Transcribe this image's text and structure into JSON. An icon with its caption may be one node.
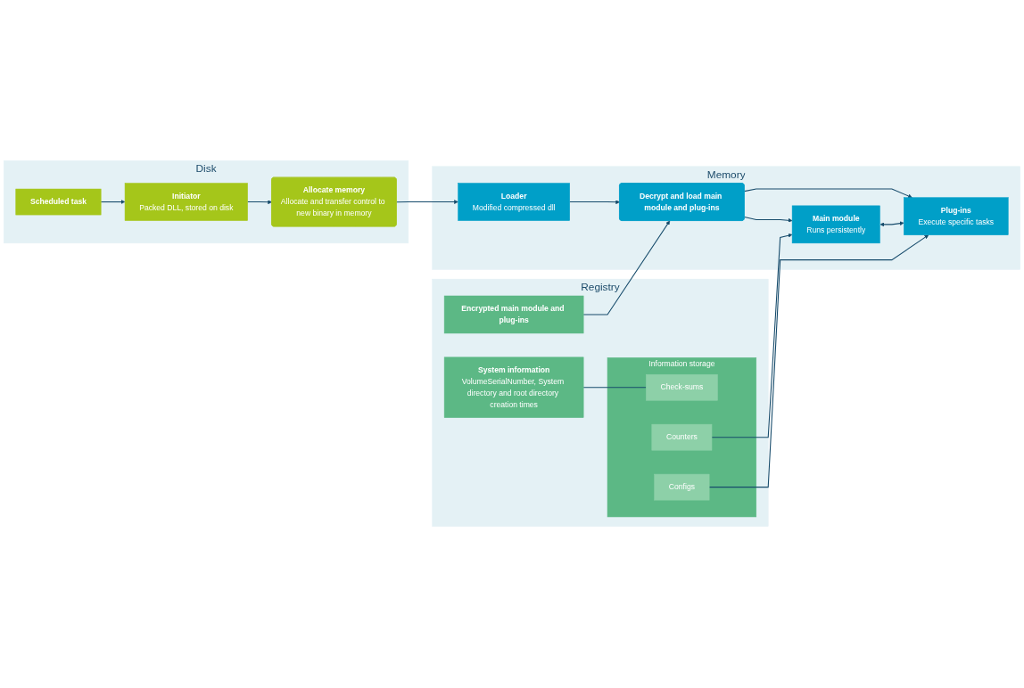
{
  "diagram": {
    "nodes": [
      {
        "text": [
          "Disk"
        ]
      },
      {
        "text": [
          "Scheduled task"
        ],
        "in": 0
      },
      {
        "text": [
          "Initiator",
          "Packed DLL, stored on disk"
        ],
        "in": 0
      },
      {
        "text": [
          "Allocate memory",
          "Allocate and transfer control to new binary in memory"
        ],
        "in": 0
      },
      {
        "text": [
          "Memory"
        ]
      },
      {
        "text": [
          "Loader",
          "Modified compressed dll"
        ],
        "in": 4
      },
      {
        "text": [
          "Decrypt and load main module and plug-ins"
        ],
        "in": 4
      },
      {
        "text": [
          "Main module",
          "Runs persistently"
        ],
        "in": 4
      },
      {
        "text": [
          "Plug-ins",
          "Execute specific tasks"
        ],
        "in": 4
      },
      {
        "text": [
          "Registry"
        ]
      },
      {
        "text": [
          "System information",
          "VolumeSerialNumber, System directory and root directory creation times"
        ],
        "in": 9
      },
      {
        "text": [
          "Encrypted main module and plug-ins"
        ],
        "in": 9
      },
      {
        "text": [
          "Information storage"
        ],
        "in": 9
      },
      {
        "text": [
          "Check-sums"
        ],
        "in": 12
      },
      {
        "text": [
          "Configs"
        ],
        "in": 12
      },
      {
        "text": [
          "Counters"
        ],
        "in": 12
      }
    ],
    "edges": [
      {
        "from": 1,
        "to": 2,
        "arrow": "to"
      },
      {
        "from": 2,
        "to": 3,
        "arrow": "to"
      },
      {
        "from": 3,
        "to": 5,
        "arrow": "to"
      },
      {
        "from": 5,
        "to": 6,
        "arrow": "to"
      },
      {
        "from": 10,
        "to": 13,
        "arrow": "none"
      },
      {
        "from": 11,
        "to": 6,
        "arrow": "to"
      },
      {
        "from": 6,
        "to": 7,
        "arrow": "to"
      },
      {
        "from": 6,
        "to": 8,
        "arrow": "to"
      },
      {
        "from": 7,
        "to": 8,
        "arrow": "both"
      },
      {
        "from": 14,
        "to": 8,
        "arrow": "to"
      },
      {
        "from": 15,
        "to": 7,
        "arrow": "to"
      }
    ]
  }
}
